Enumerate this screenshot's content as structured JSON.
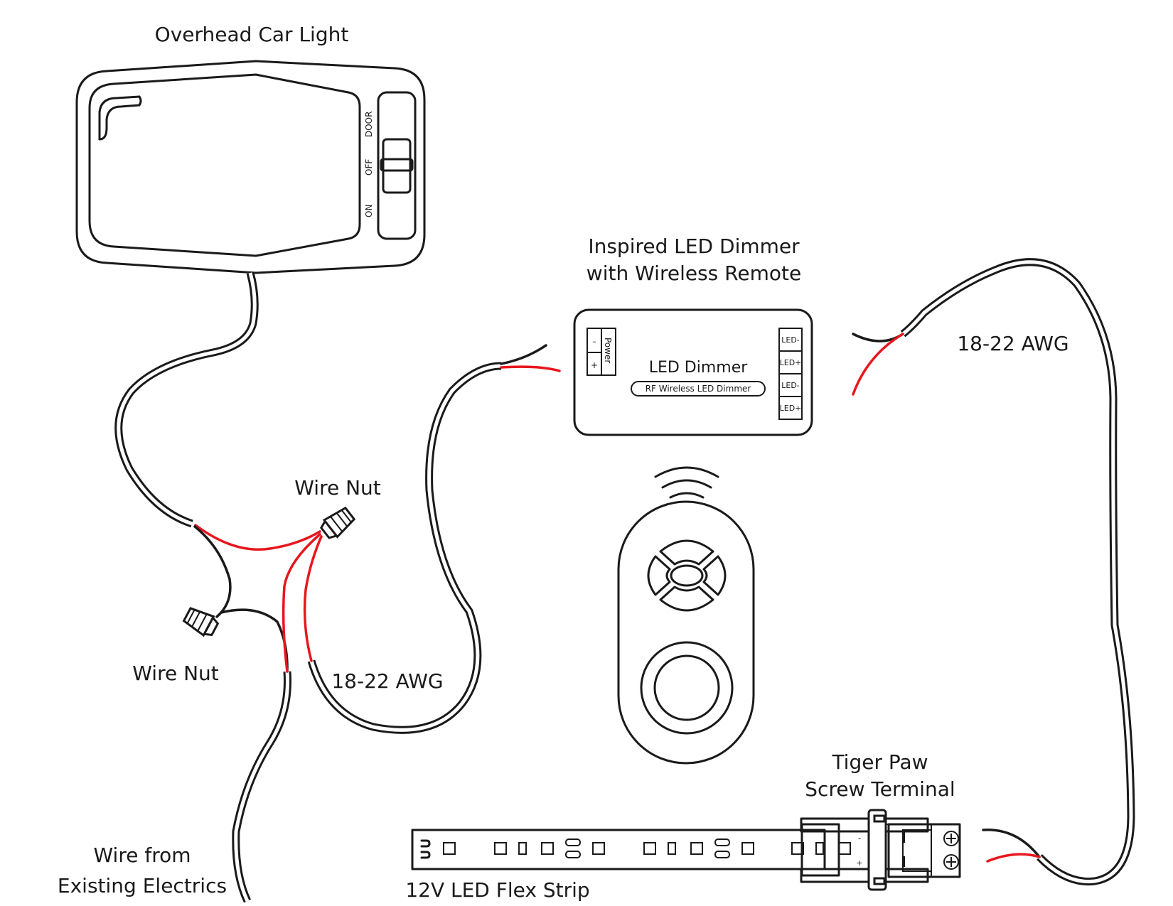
{
  "labels": {
    "overhead_light": "Overhead  Car Light",
    "dimmer_title_1": "Inspired LED Dimmer",
    "dimmer_title_2": "with Wireless Remote",
    "wire_nut_top": "Wire Nut",
    "wire_nut_left": "Wire Nut",
    "awg_left": "18-22 AWG",
    "awg_right": "18-22 AWG",
    "wire_from_1": "Wire from",
    "wire_from_2": "Existing Electrics",
    "tiger_paw_1": "Tiger Paw",
    "tiger_paw_2": "Screw Terminal",
    "led_strip": "12V LED Flex Strip"
  },
  "overhead_light": {
    "switch_positions": [
      "DOOR",
      "OFF",
      "ON"
    ]
  },
  "dimmer": {
    "name": "LED Dimmer",
    "subtitle": "RF Wireless LED Dimmer",
    "power_label": "Power",
    "power_minus": "–",
    "power_plus": "+",
    "outputs": [
      "LED-",
      "LED+",
      "LED-",
      "LED+"
    ]
  },
  "terminal": {
    "minus": "-",
    "plus": "+"
  },
  "colors": {
    "outline": "#1a1a1a",
    "red_wire": "#e8161d",
    "background": "#ffffff"
  },
  "icons": [
    "wireless-signal-icon",
    "wire-nut-icon",
    "screw-icon"
  ]
}
